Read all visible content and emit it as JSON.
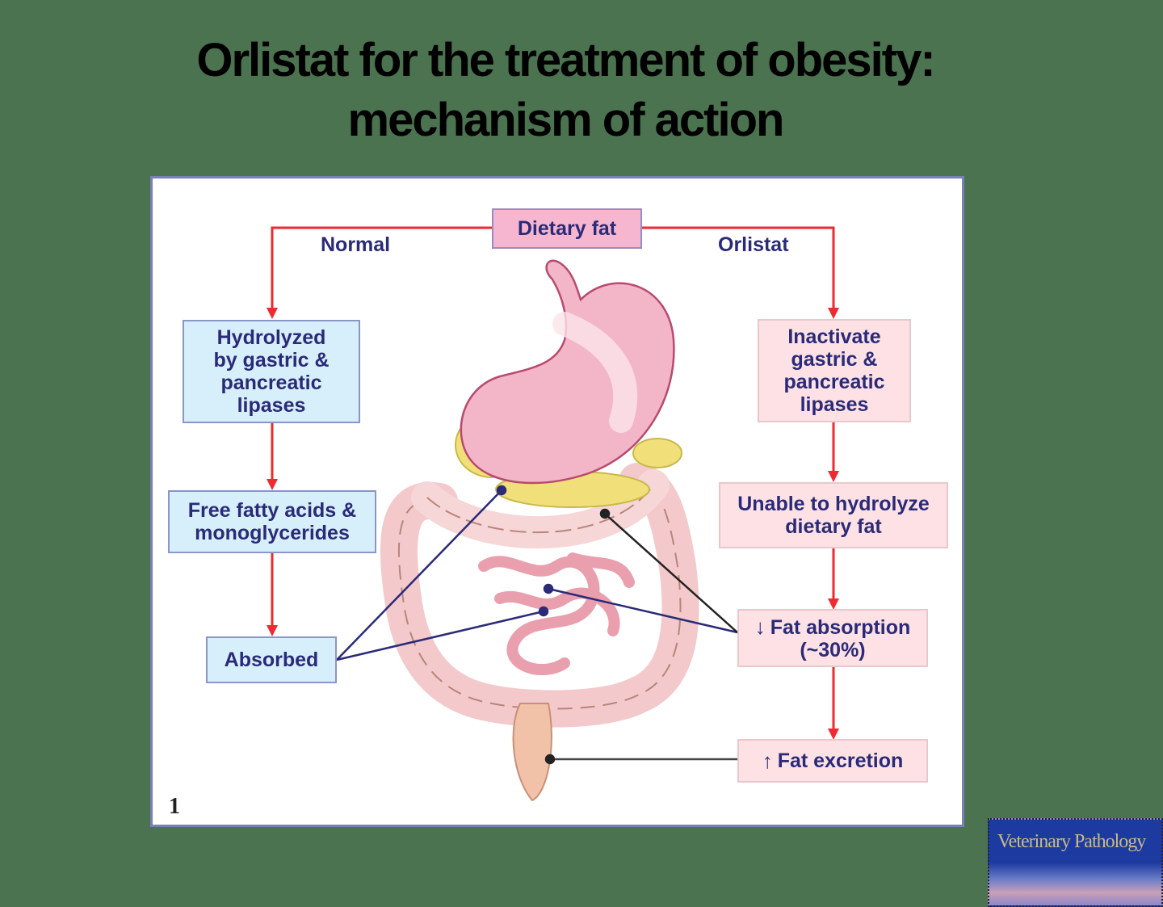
{
  "slide": {
    "title_line1": "Orlistat for the treatment of obesity:",
    "title_line2": "mechanism of action"
  },
  "diagram": {
    "root": "Dietary fat",
    "branch_labels": {
      "left": "Normal",
      "right": "Orlistat"
    },
    "normal_pathway": [
      "Hydrolyzed by gastric & pancreatic lipases",
      "Free fatty acids & monoglycerides",
      "Absorbed"
    ],
    "orlistat_pathway": [
      "Inactivate gastric & pancreatic lipases",
      "Unable to hydrolyze dietary fat",
      "Fat absorption (~30%)",
      "Fat excretion"
    ],
    "normal_lines": {
      "hydrolyzed": [
        "Hydrolyzed",
        "by gastric &",
        "pancreatic",
        "lipases"
      ],
      "free": [
        "Free fatty acids &",
        "monoglycerides"
      ],
      "absorbed": [
        "Absorbed"
      ]
    },
    "orlistat_lines": {
      "inactivate": [
        "Inactivate",
        "gastric &",
        "pancreatic",
        "lipases"
      ],
      "unable": [
        "Unable to hydrolyze",
        "dietary fat"
      ],
      "absorption": [
        "Fat absorption",
        "(~30%)"
      ],
      "excretion": [
        "Fat excretion"
      ]
    },
    "indicators": {
      "decrease": "↓",
      "increase": "↑"
    },
    "figure_number": "1",
    "illustration": "stomach, pancreas, small and large intestine, rectum",
    "colors": {
      "flow_arrow": "#ee2a33",
      "pointer_navy": "#2a2a78",
      "pointer_black": "#222222",
      "normal_box_fill": "#d7effb",
      "orlistat_box_fill": "#fde1e4",
      "dietary_box_fill": "#f7b6cf",
      "text": "#2a2a78",
      "background": "#4b7350"
    }
  },
  "logo": {
    "text": "Veterinary Pathology"
  }
}
